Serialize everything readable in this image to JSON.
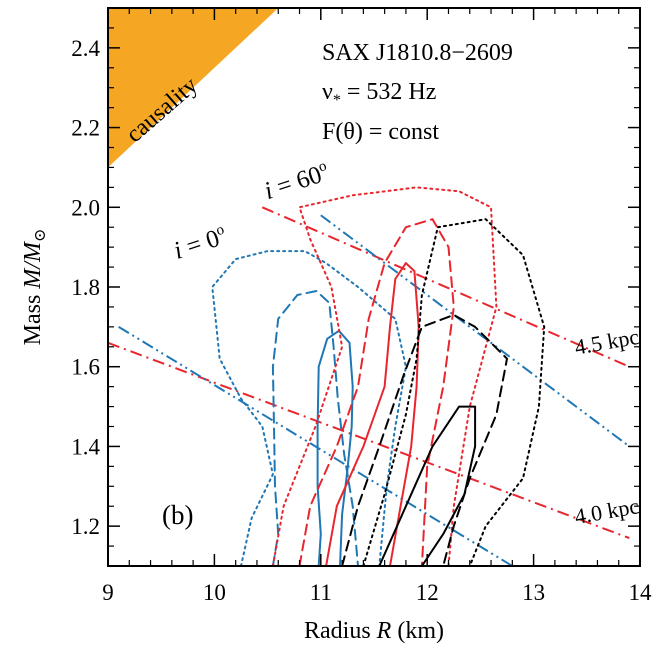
{
  "chart_data": {
    "type": "line",
    "source_name": "SAX J1810.8−2609",
    "frequency_label": "ν",
    "frequency_sub": "*",
    "frequency_value": " = 532 Hz",
    "beaming_label": "F(θ) = const",
    "panel_label": "(b)",
    "causality_label": "causality",
    "xlabel_prefix": "Radius ",
    "xlabel_var": "R",
    "xlabel_suffix": " (km)",
    "ylabel_prefix": "Mass ",
    "ylabel_var": "M/M",
    "ylabel_sub": "⊙",
    "xlim": [
      9,
      14
    ],
    "ylim": [
      1.1,
      2.5
    ],
    "x_ticks": [
      9,
      10,
      11,
      12,
      13,
      14
    ],
    "y_ticks": [
      1.2,
      1.4,
      1.6,
      1.8,
      2.0,
      2.2,
      2.4
    ],
    "x_tick_labels": [
      "9",
      "10",
      "11",
      "12",
      "13",
      "14"
    ],
    "y_tick_labels": [
      "1.2",
      "1.4",
      "1.6",
      "1.8",
      "2.0",
      "2.2",
      "2.4"
    ],
    "grid": false,
    "colors": {
      "blue": "#1f77b4",
      "red": "#e8262d",
      "black": "#000000",
      "orange": "#f5a623"
    },
    "causality_region": [
      [
        9,
        2.1
      ],
      [
        9,
        2.5
      ],
      [
        10.6,
        2.5
      ]
    ],
    "inclination_labels": [
      {
        "text_var": "i",
        "text_rest": " = 0",
        "sup": "o",
        "color": "blue",
        "x": 9.65,
        "y": 1.87
      },
      {
        "text_var": "i",
        "text_rest": " = 60",
        "sup": "o",
        "color": "red",
        "x": 10.5,
        "y": 2.02
      }
    ],
    "distance_labels": [
      {
        "text": "4.5 kpc",
        "x": 13.4,
        "y": 1.63
      },
      {
        "text": "4.0 kpc",
        "x": 13.4,
        "y": 1.205
      }
    ],
    "contours": [
      {
        "color": "blue",
        "style": "solid",
        "points": [
          [
            10.98,
            1.1
          ],
          [
            11.0,
            1.18
          ],
          [
            10.97,
            1.3
          ],
          [
            10.97,
            1.45
          ],
          [
            10.98,
            1.6
          ],
          [
            11.06,
            1.67
          ],
          [
            11.17,
            1.69
          ],
          [
            11.27,
            1.66
          ],
          [
            11.3,
            1.55
          ],
          [
            11.29,
            1.45
          ],
          [
            11.25,
            1.34
          ],
          [
            11.2,
            1.23
          ],
          [
            11.18,
            1.1
          ]
        ]
      },
      {
        "color": "blue",
        "style": "dashed",
        "points": [
          [
            10.55,
            1.1
          ],
          [
            10.6,
            1.18
          ],
          [
            10.57,
            1.3
          ],
          [
            10.56,
            1.45
          ],
          [
            10.55,
            1.6
          ],
          [
            10.6,
            1.72
          ],
          [
            10.78,
            1.78
          ],
          [
            10.96,
            1.79
          ],
          [
            11.08,
            1.76
          ],
          [
            11.12,
            1.65
          ],
          [
            11.16,
            1.52
          ],
          [
            11.22,
            1.38
          ],
          [
            11.3,
            1.25
          ],
          [
            11.35,
            1.1
          ]
        ]
      },
      {
        "color": "blue",
        "style": "dotted",
        "points": [
          [
            10.25,
            1.1
          ],
          [
            10.35,
            1.22
          ],
          [
            10.55,
            1.33
          ],
          [
            10.45,
            1.45
          ],
          [
            10.25,
            1.52
          ],
          [
            10.05,
            1.62
          ],
          [
            9.98,
            1.8
          ],
          [
            10.2,
            1.87
          ],
          [
            10.5,
            1.89
          ],
          [
            10.85,
            1.89
          ],
          [
            11.05,
            1.86
          ],
          [
            11.35,
            1.8
          ],
          [
            11.7,
            1.72
          ],
          [
            11.8,
            1.6
          ],
          [
            11.7,
            1.45
          ],
          [
            11.62,
            1.3
          ],
          [
            11.55,
            1.1
          ]
        ]
      },
      {
        "color": "red",
        "style": "solid",
        "points": [
          [
            11.05,
            1.1
          ],
          [
            11.15,
            1.25
          ],
          [
            11.4,
            1.4
          ],
          [
            11.6,
            1.55
          ],
          [
            11.65,
            1.7
          ],
          [
            11.7,
            1.82
          ],
          [
            11.8,
            1.86
          ],
          [
            11.88,
            1.84
          ],
          [
            11.92,
            1.7
          ],
          [
            11.9,
            1.55
          ],
          [
            11.85,
            1.4
          ],
          [
            11.75,
            1.25
          ],
          [
            11.65,
            1.1
          ]
        ]
      },
      {
        "color": "red",
        "style": "dashed",
        "points": [
          [
            10.8,
            1.1
          ],
          [
            10.9,
            1.25
          ],
          [
            11.15,
            1.4
          ],
          [
            11.35,
            1.55
          ],
          [
            11.45,
            1.72
          ],
          [
            11.6,
            1.86
          ],
          [
            11.8,
            1.95
          ],
          [
            12.05,
            1.97
          ],
          [
            12.2,
            1.9
          ],
          [
            12.25,
            1.75
          ],
          [
            12.15,
            1.55
          ],
          [
            12.0,
            1.35
          ],
          [
            11.95,
            1.1
          ]
        ]
      },
      {
        "color": "red",
        "style": "dotted",
        "points": [
          [
            10.55,
            1.1
          ],
          [
            10.65,
            1.25
          ],
          [
            10.95,
            1.45
          ],
          [
            11.2,
            1.65
          ],
          [
            11.1,
            1.8
          ],
          [
            10.9,
            1.92
          ],
          [
            10.8,
            2.0
          ],
          [
            11.3,
            2.03
          ],
          [
            11.9,
            2.05
          ],
          [
            12.3,
            2.04
          ],
          [
            12.6,
            2.0
          ],
          [
            12.65,
            1.75
          ],
          [
            12.4,
            1.5
          ],
          [
            12.25,
            1.25
          ],
          [
            12.2,
            1.1
          ]
        ]
      },
      {
        "color": "black",
        "style": "solid",
        "points": [
          [
            11.55,
            1.1
          ],
          [
            11.8,
            1.25
          ],
          [
            12.05,
            1.4
          ],
          [
            12.3,
            1.5
          ],
          [
            12.45,
            1.5
          ],
          [
            12.45,
            1.4
          ],
          [
            12.35,
            1.28
          ],
          [
            12.15,
            1.18
          ],
          [
            11.95,
            1.1
          ]
        ]
      },
      {
        "color": "black",
        "style": "dashed",
        "points": [
          [
            11.2,
            1.1
          ],
          [
            11.35,
            1.25
          ],
          [
            11.55,
            1.4
          ],
          [
            11.78,
            1.58
          ],
          [
            11.95,
            1.7
          ],
          [
            12.25,
            1.73
          ],
          [
            12.45,
            1.7
          ],
          [
            12.75,
            1.62
          ],
          [
            12.65,
            1.48
          ],
          [
            12.4,
            1.32
          ],
          [
            12.25,
            1.2
          ],
          [
            12.15,
            1.1
          ]
        ]
      },
      {
        "color": "black",
        "style": "dotted",
        "points": [
          [
            11.4,
            1.1
          ],
          [
            11.6,
            1.28
          ],
          [
            11.8,
            1.48
          ],
          [
            11.9,
            1.62
          ],
          [
            11.95,
            1.78
          ],
          [
            12.1,
            1.95
          ],
          [
            12.55,
            1.97
          ],
          [
            12.9,
            1.88
          ],
          [
            13.1,
            1.7
          ],
          [
            13.05,
            1.5
          ],
          [
            12.9,
            1.32
          ],
          [
            12.55,
            1.2
          ],
          [
            12.4,
            1.1
          ]
        ]
      }
    ],
    "distance_lines": [
      {
        "color": "red",
        "style": "dashdot",
        "points": [
          [
            10.45,
            2.0
          ],
          [
            13.9,
            1.6
          ]
        ]
      },
      {
        "color": "blue",
        "style": "dashdotdot",
        "points": [
          [
            11.0,
            1.98
          ],
          [
            13.9,
            1.4
          ]
        ]
      },
      {
        "color": "red",
        "style": "dashdot",
        "points": [
          [
            9.0,
            1.66
          ],
          [
            13.9,
            1.17
          ]
        ]
      },
      {
        "color": "blue",
        "style": "dashdotdot",
        "points": [
          [
            9.1,
            1.7
          ],
          [
            12.8,
            1.1
          ]
        ]
      }
    ]
  }
}
